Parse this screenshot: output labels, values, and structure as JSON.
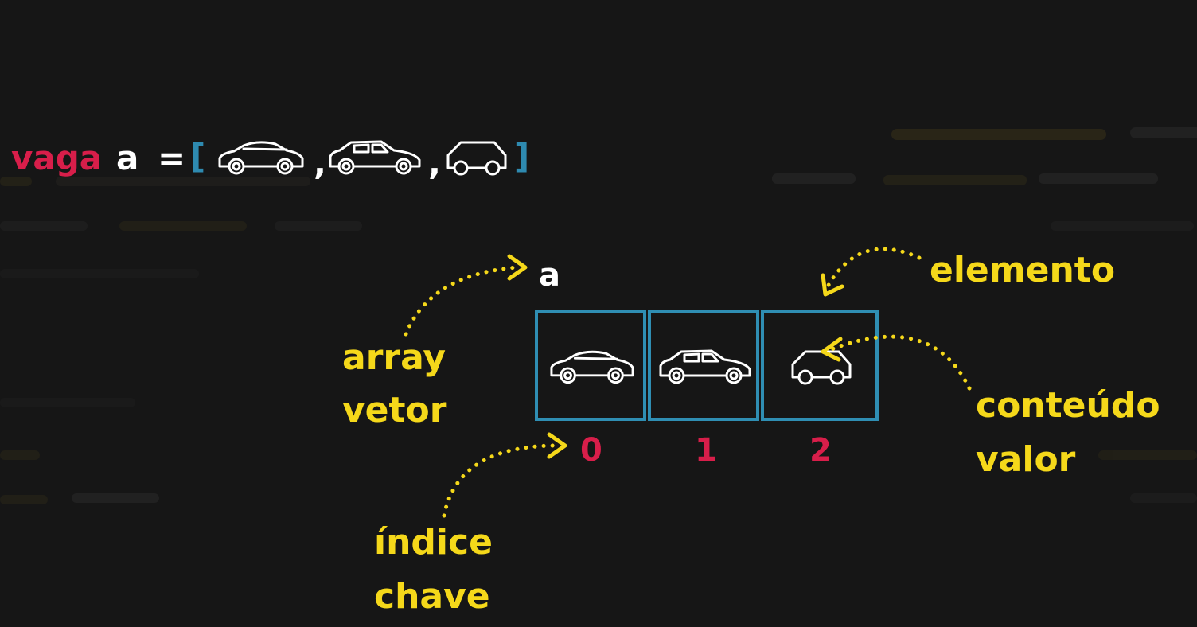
{
  "code": {
    "keyword": "vaga",
    "variable": "a",
    "equals": "=",
    "open_bracket": "[",
    "comma_1": ",",
    "comma_2": ",",
    "close_bracket": "]"
  },
  "array": {
    "name": "a",
    "cells": [
      {
        "index": "0",
        "icon": "sedan-car-icon"
      },
      {
        "index": "1",
        "icon": "hatchback-car-icon"
      },
      {
        "index": "2",
        "icon": "small-car-icon"
      }
    ]
  },
  "labels": {
    "array_line1": "array",
    "array_line2": "vetor",
    "element": "elemento",
    "content_line1": "conteúdo",
    "content_line2": "valor",
    "index_line1": "índice",
    "index_line2": "chave"
  },
  "colors": {
    "background": "#161616",
    "keyword": "#d81e4a",
    "annotation": "#f5d81a",
    "array_border": "#2f8eb3",
    "bracket": "#2e8ab0"
  }
}
